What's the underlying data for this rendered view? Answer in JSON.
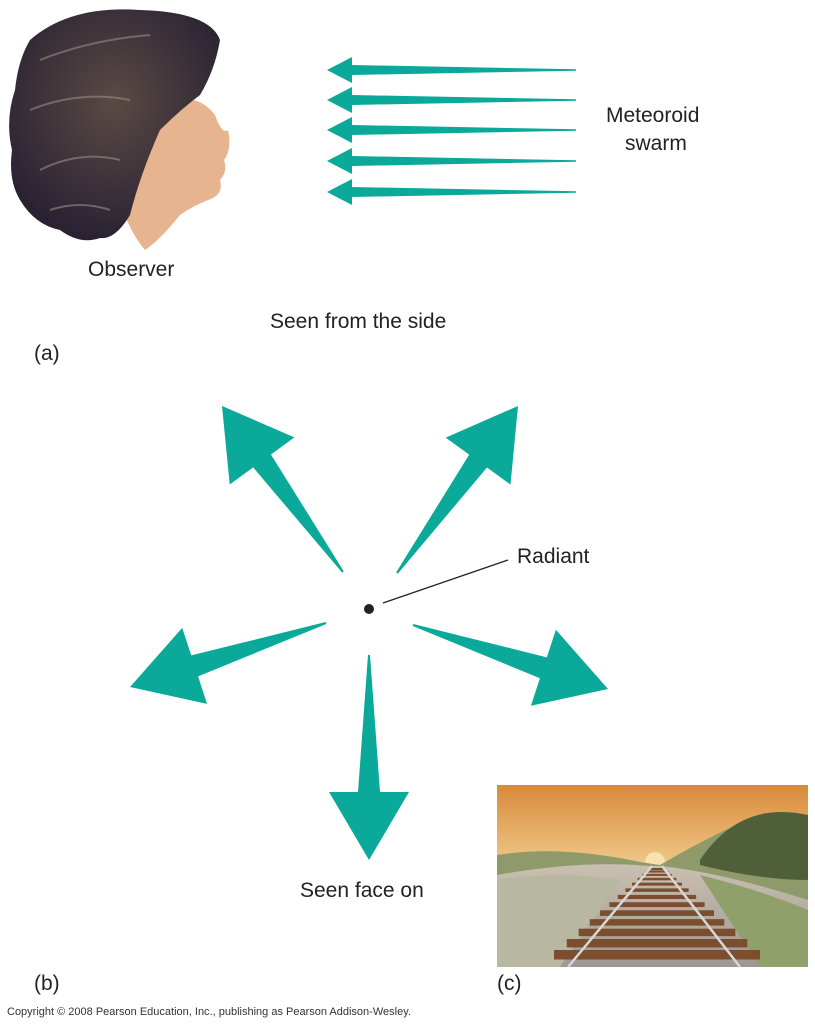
{
  "panel_a": {
    "label": "(a)",
    "observer_label": "Observer",
    "swarm_label_line1": "Meteoroid",
    "swarm_label_line2": "swarm",
    "caption": "Seen from the side"
  },
  "panel_b": {
    "label": "(b)",
    "radiant_label": "Radiant",
    "caption": "Seen face on"
  },
  "panel_c": {
    "label": "(c)"
  },
  "copyright": "Copyright © 2008 Pearson Education, Inc., publishing as Pearson Addison-Wesley.",
  "colors": {
    "arrow": "#0aa99a",
    "radiant_dot": "#222222"
  }
}
